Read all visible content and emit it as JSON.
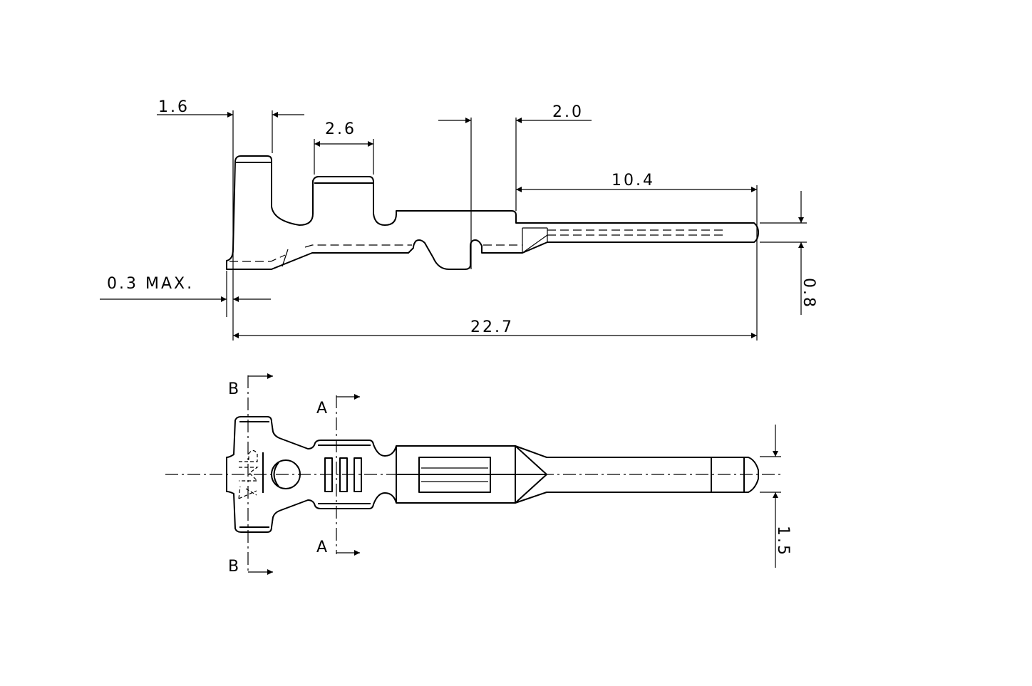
{
  "dimensions": {
    "crimp_tab_width": "1.6",
    "insulation_gap": "2.6",
    "transition": "2.0",
    "pin_length": "10.4",
    "bellmouth": "0.3 MAX.",
    "overall_length": "22.7",
    "pin_thickness": "0.8",
    "pin_width": "1.5"
  },
  "section_labels": {
    "b_top": "B",
    "b_bottom": "B",
    "a_top": "A",
    "a_bottom": "A"
  },
  "logo": "AMP"
}
